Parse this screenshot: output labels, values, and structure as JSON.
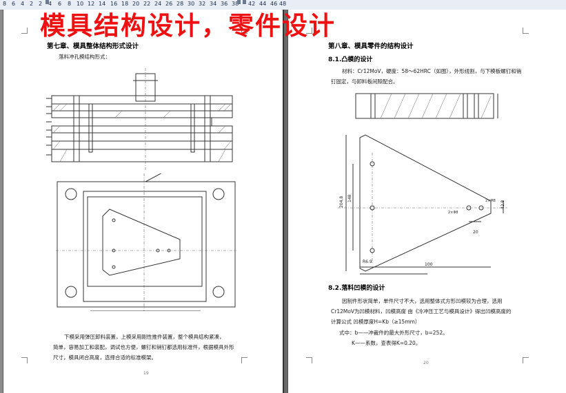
{
  "ruler": {
    "labels": [
      "8",
      "6",
      "4",
      "2",
      "2",
      "4",
      "6",
      "8",
      "10",
      "12",
      "14",
      "16",
      "18",
      "20",
      "22",
      "24",
      "26",
      "28",
      "30",
      "32",
      "34",
      "36",
      "38",
      "42",
      "44",
      "46",
      "48"
    ]
  },
  "overlay": {
    "title": "模具结构设计，零件设计"
  },
  "page_left": {
    "heading": "第七章、模具整体结构形式设计",
    "caption": "落料冲孔模结构形式：",
    "para1": "下模采用弹压卸料装置，上模采用刚性推件装置，整个模具结构紧凑，",
    "para2": "简单，容易加工和装配，调试也方便，螺钉和销钉都选用标准件，根据模具外形",
    "para3": "尺寸，模具闭合高度，选择合适的标准模架。",
    "page_number": "19"
  },
  "page_right": {
    "heading": "第八章、模具零件的结构设计",
    "sub1": "8.1.凸模的设计",
    "para1": "材料：Cr12MoV，硬度：58～62HRC（如图），外形线割，与下模板螺钉和销",
    "para2": "钉固定，与卸料板间隙配合。",
    "sub2": "8.2.落料凹模的设计",
    "para3": "因制件形状简单，单件尺寸不大，选用整体式方形凹模较为合理，选用",
    "para4": "Cr12MoV为凹模材料，凹模高度 由《冷冲压工艺与模具设计》得出凹模高度的",
    "para5": "计算公式  凹模厚度H=Kb（≥15mm）",
    "para6": "式中：b——冲裁件的最大外形尺寸，b=252。",
    "para7": "K——系数，查表得K=0.20。",
    "page_number": "20",
    "dims": {
      "d1": "204.8",
      "d2": "148",
      "d3": "42.8",
      "d4": "20",
      "d5": "100",
      "d6": "R6.9",
      "d7": "2×M8",
      "d8": "2×Φ8"
    }
  }
}
